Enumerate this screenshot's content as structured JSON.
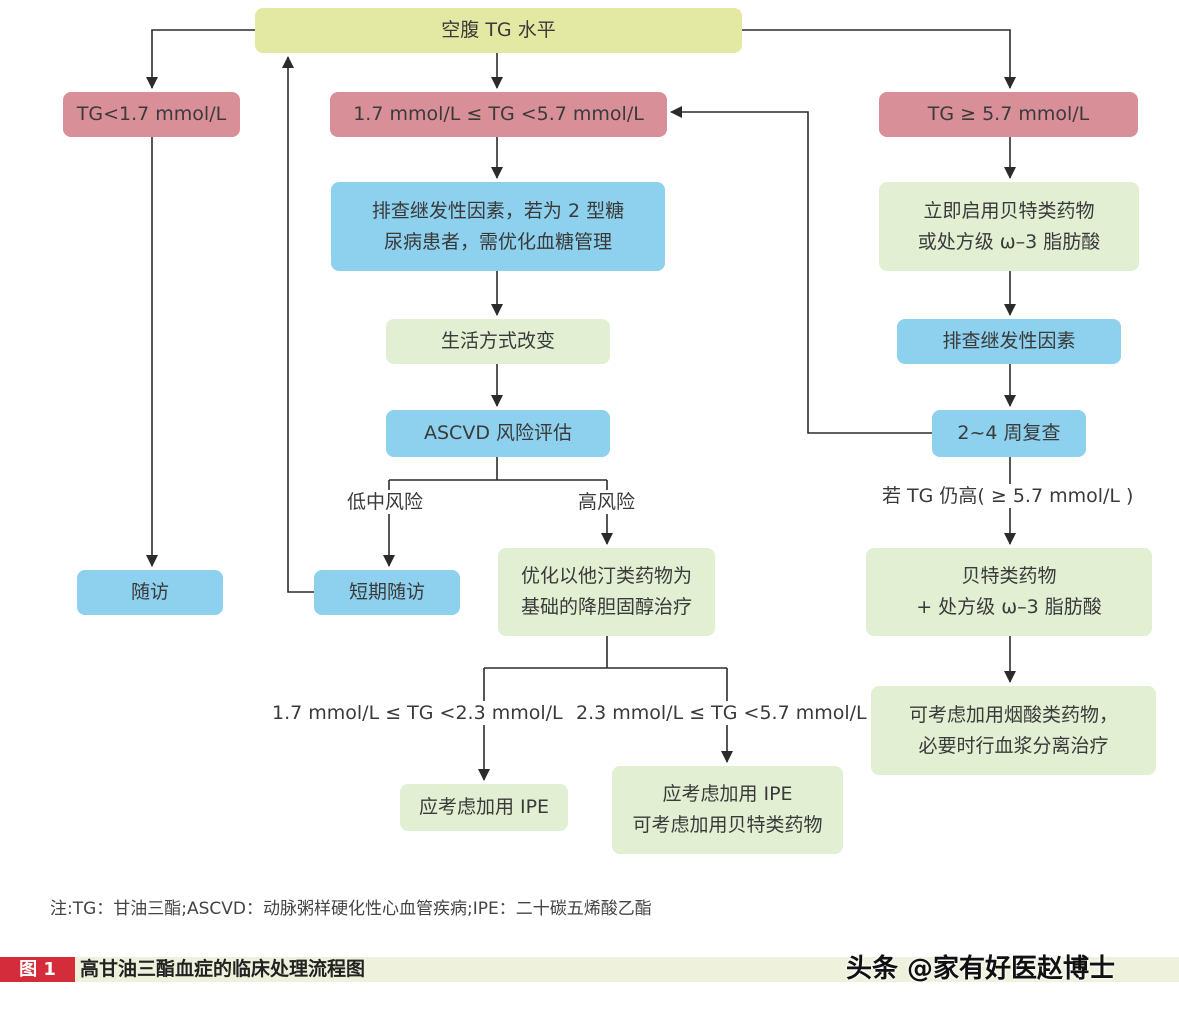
{
  "nodes": {
    "fasting_tg": "空腹 TG 水平",
    "tg_low": "TG<1.7 mmol/L",
    "tg_mid": "1.7 mmol/L ≤ TG <5.7 mmol/L",
    "tg_high": "TG ≥ 5.7 mmol/L",
    "screen_secondary_mid": [
      "排查继发性因素，若为 2 型糖",
      "尿病患者，需优化血糖管理"
    ],
    "start_fibrate": [
      "立即启用贝特类药物",
      "或处方级 ω–3 脂肪酸"
    ],
    "lifestyle": "生活方式改变",
    "screen_secondary_high": "排查继发性因素",
    "ascvd": "ASCVD 风险评估",
    "recheck": "2~4 周复查",
    "follow_up": "随访",
    "short_follow_up": "短期随访",
    "statin_base": [
      "优化以他汀类药物为",
      "基础的降胆固醇治疗"
    ],
    "fibrate_plus": [
      "贝特类药物",
      "+ 处方级 ω–3 脂肪酸"
    ],
    "consider_niacin": [
      "可考虑加用烟酸类药物，",
      "必要时行血浆分离治疗"
    ],
    "should_ipe": "应考虑加用 IPE",
    "may_ipe_fibrate": [
      "应考虑加用 IPE",
      "可考虑加用贝特类药物"
    ]
  },
  "edge_labels": {
    "low_mid_risk": "低中风险",
    "high_risk": "高风险",
    "tg_still_high": "若 TG 仍高( ≥ 5.7 mmol/L )",
    "range_low": "1.7 mmol/L ≤ TG <2.3 mmol/L",
    "range_high": "2.3 mmol/L ≤ TG <5.7 mmol/L"
  },
  "note": "注:TG：甘油三酯;ASCVD：动脉粥样硬化性心血管疾病;IPE：二十碳五烯酸乙酯",
  "footer": {
    "figure_tag": "图 1",
    "figure_title": "高甘油三酯血症的临床处理流程图",
    "watermark": "头条 @家有好医赵博士"
  },
  "colors": {
    "yellow": "#e3e8a3",
    "pink": "#d98f98",
    "blue": "#8dd1ee",
    "green": "#e2efd3",
    "accent_red": "#d42c3a"
  }
}
